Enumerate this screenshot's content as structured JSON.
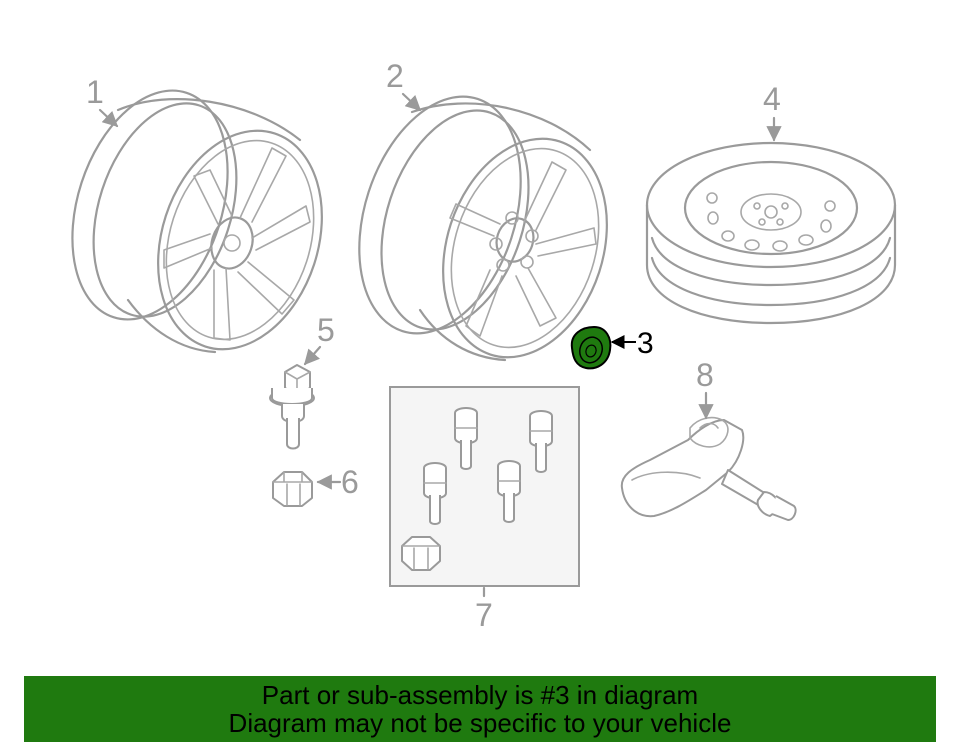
{
  "callouts": {
    "c1": "1",
    "c2": "2",
    "c3": "3",
    "c4": "4",
    "c5": "5",
    "c6": "6",
    "c7": "7",
    "c8": "8"
  },
  "banner": {
    "line1": "Part or sub-assembly is #3 in diagram",
    "line2": "Diagram may not be specific to your vehicle"
  },
  "colors": {
    "banner_bg": "#1f7a0f",
    "highlight_part": "#1f7a0f",
    "line_art": "#9a9a9a",
    "background": "#ffffff"
  }
}
